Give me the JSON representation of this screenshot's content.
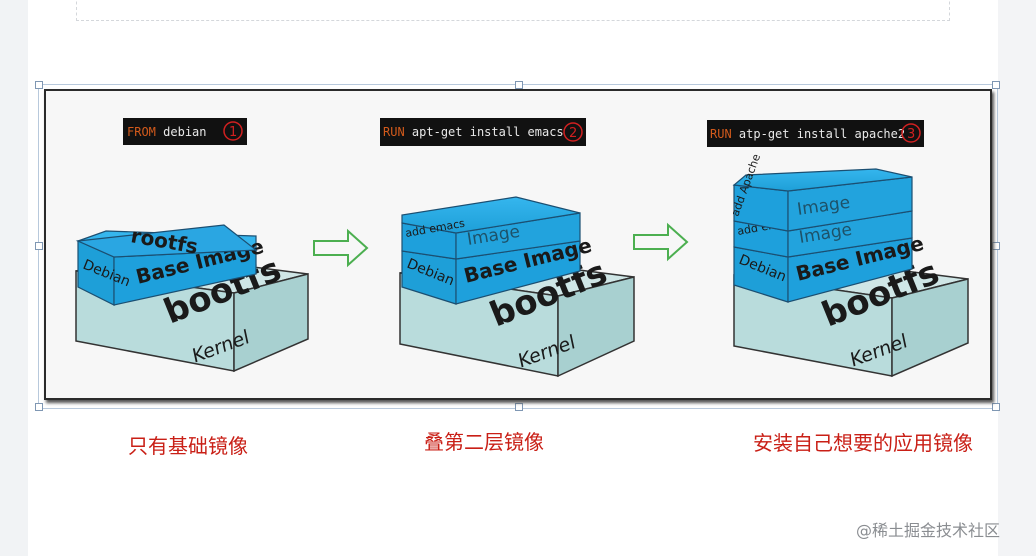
{
  "commands": [
    {
      "keyword": "FROM",
      "text": "debian",
      "number": "1"
    },
    {
      "keyword": "RUN",
      "text": "apt-get install emacs",
      "number": "2"
    },
    {
      "keyword": "RUN",
      "text": "atp-get install apache2",
      "number": "3"
    }
  ],
  "layers": {
    "rootfs": "rootfs",
    "debian": "Debian",
    "base_image": "Base Image",
    "bootfs": "bootfs",
    "kernel": "Kernel",
    "add_emacs": "add emacs",
    "image": "Image",
    "add_apache": "add Apache"
  },
  "captions": [
    "只有基础镜像",
    "叠第二层镜像",
    "安装自己想要的应用镜像"
  ],
  "watermark": "@稀土掘金技术社区",
  "colors": {
    "accent_blue": "#1ea0dc",
    "dark_blue": "#1677b0",
    "kernel_teal": "#b9dcdc",
    "caption_red": "#c91f16",
    "arrow_green": "#4caf50"
  }
}
